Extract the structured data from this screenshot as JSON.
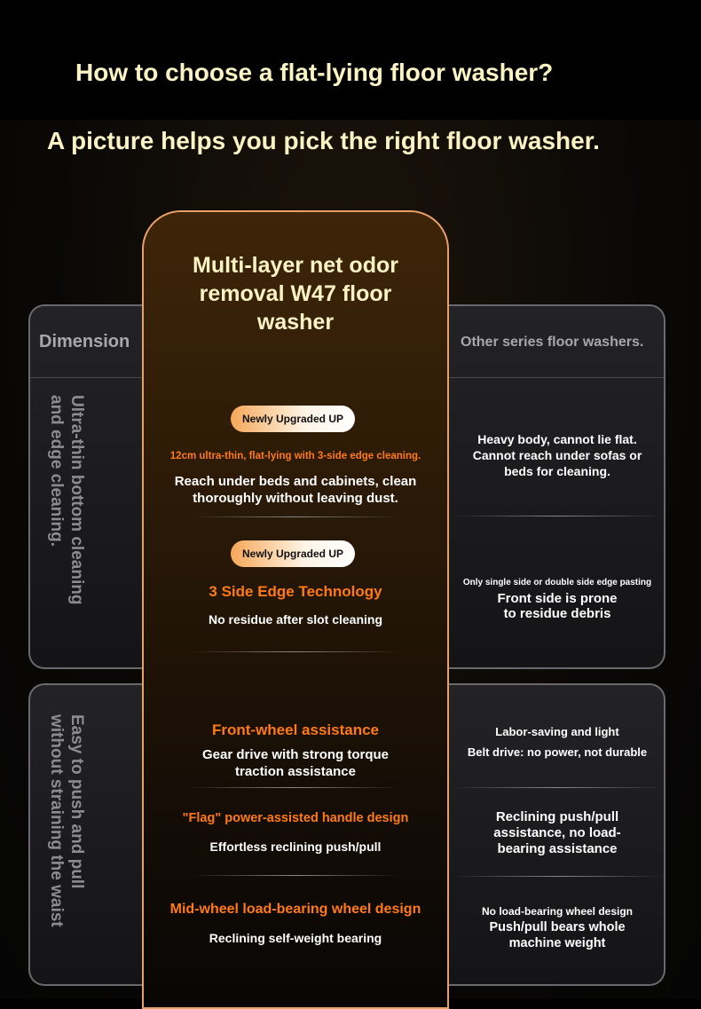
{
  "header": {
    "title": "How to choose a flat-lying floor washer?",
    "subtitle": "A picture helps you pick the right floor washer."
  },
  "table": {
    "dimension_label": "Dimension",
    "product_title": "Multi-layer net odor removal W47 floor washer",
    "other_label": "Other series floor washers.",
    "sections": [
      {
        "dimension": "Ultra-thin bottom cleaning and edge cleaning.",
        "rows": [
          {
            "badge": "Newly Upgraded UP",
            "highlight": "12cm ultra-thin, flat-lying with 3-side edge cleaning.",
            "detail": "Reach under beds and cabinets, clean thoroughly without leaving dust.",
            "other": "Heavy body, cannot lie flat. Cannot reach under sofas or beds for cleaning."
          },
          {
            "badge": "Newly Upgraded UP",
            "highlight": "3 Side Edge Technology",
            "detail": "No residue after slot cleaning",
            "other_small": "Only single side or double side edge pasting",
            "other": "Front side is prone to residue debris"
          }
        ]
      },
      {
        "dimension": "Easy to push and pull without straining the waist",
        "rows": [
          {
            "highlight": "Front-wheel assistance",
            "detail": "Gear drive with strong torque traction assistance",
            "other_small": "Labor-saving and light",
            "other": "Belt drive: no power, not durable"
          },
          {
            "highlight": "\"Flag\" power-assisted handle design",
            "detail": "Effortless reclining push/pull",
            "other": "Reclining push/pull assistance, no load-bearing assistance"
          },
          {
            "highlight": "Mid-wheel load-bearing wheel design",
            "detail": "Reclining self-weight bearing",
            "other_small": "No load-bearing wheel design",
            "other": "Push/pull bears whole machine weight"
          }
        ]
      }
    ]
  }
}
